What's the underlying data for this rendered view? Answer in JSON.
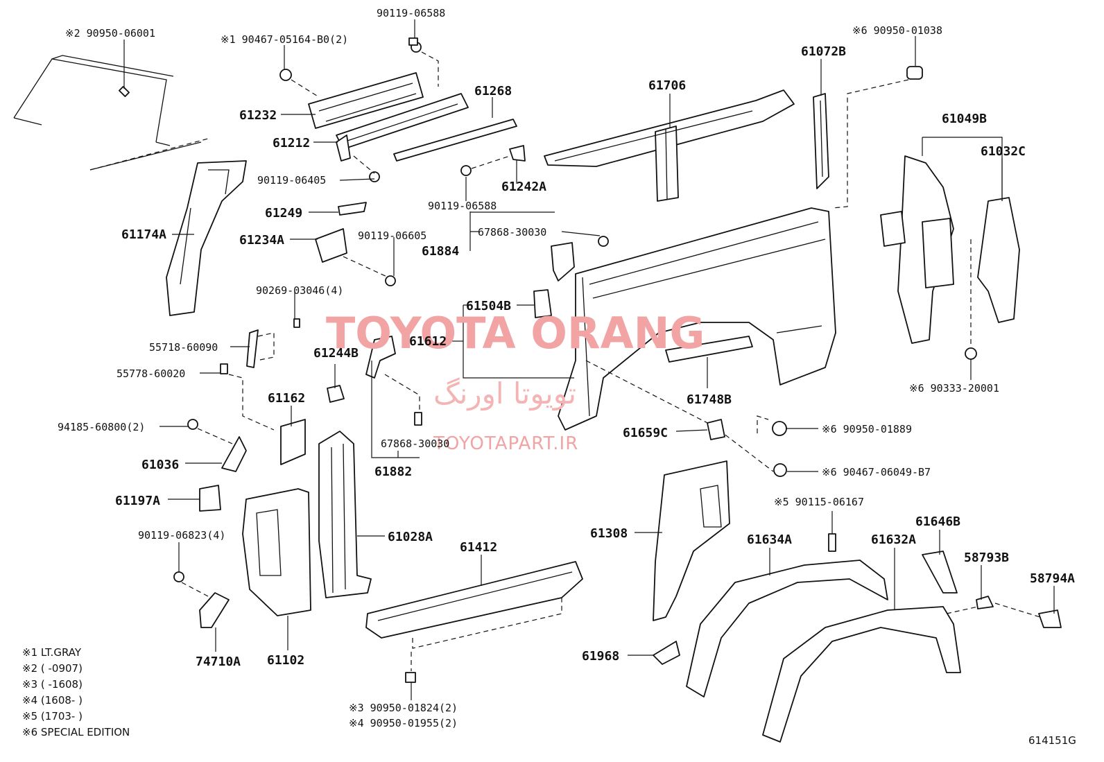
{
  "watermark": {
    "brand_en": "TOYOTA ORANG",
    "brand_fa": "تویوتا اورنگ",
    "site": "TOYOTAPART.IR"
  },
  "diagram_id": "614151G",
  "parts": {
    "p01": "※2 90950-06001",
    "p02": "※1 90467-05164-B0(2)",
    "p03": "90119-06588",
    "p04": "61232",
    "p05": "61268",
    "p06": "61212",
    "p07": "90119-06405",
    "p08": "61242A",
    "p09": "90119-06588",
    "p10": "61706",
    "p11": "61072B",
    "p12": "※6 90950-01038",
    "p13": "61049B",
    "p14": "61032C",
    "p15": "61174A",
    "p16": "61249",
    "p17": "61234A",
    "p18": "90119-06605",
    "p19": "67868-30030",
    "p20": "61884",
    "p21": "90269-03046(4)",
    "p22": "61504B",
    "p23": "55718-60090",
    "p24": "55778-60020",
    "p25": "61244B",
    "p26": "61612",
    "p27": "61748B",
    "p28": "※6 90333-20001",
    "p29": "61162",
    "p30": "94185-60800(2)",
    "p31": "61036",
    "p32": "67868-30030",
    "p33": "61882",
    "p34": "61659C",
    "p35": "※6 90950-01889",
    "p36": "※6 90467-06049-B7",
    "p37": "61197A",
    "p38": "61028A",
    "p39": "61308",
    "p40": "※5 90115-06167",
    "p41": "90119-06823(4)",
    "p42": "61412",
    "p43": "61634A",
    "p44": "61632A",
    "p45": "61646B",
    "p46": "58793B",
    "p47": "58794A",
    "p48": "74710A",
    "p49": "61102",
    "p50": "61968",
    "p51": "※3 90950-01824(2)",
    "p52": "※4 90950-01955(2)"
  },
  "notes": [
    "※1 LT.GRAY",
    "※2 (      -0907)",
    "※3 (      -1608)",
    "※4 (1608-      )",
    "※5 (1703-      )",
    "※6 SPECIAL EDITION"
  ]
}
